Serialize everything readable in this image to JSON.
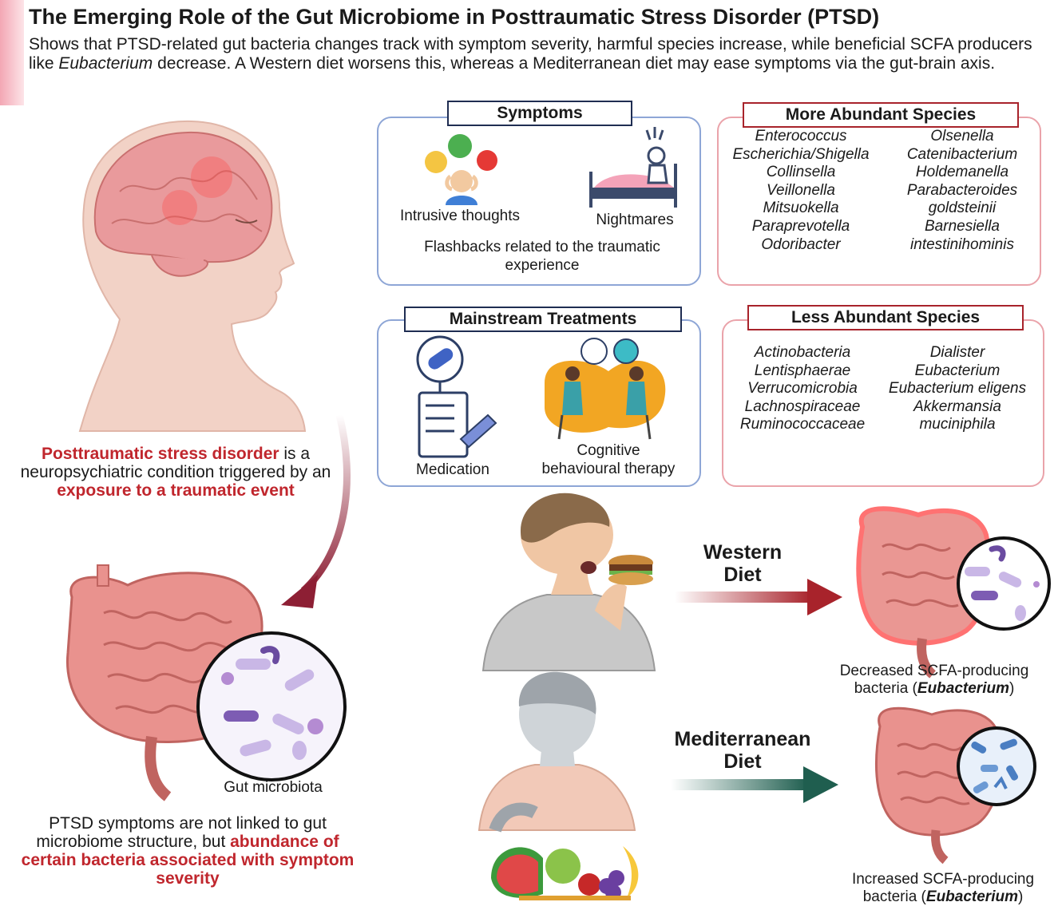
{
  "header": {
    "title": "The Emerging Role of the Gut Microbiome in Posttraumatic Stress Disorder (PTSD)",
    "subtitle_part1": "Shows that PTSD-related gut bacteria changes track with symptom severity, harmful species increase, while beneficial SCFA producers like ",
    "subtitle_italic": "Eubacterium",
    "subtitle_part2": " decrease. A Western diet worsens this, whereas a Mediterranean diet may ease symptoms via the gut-brain axis."
  },
  "symptoms": {
    "heading": "Symptoms",
    "intrusive": "Intrusive thoughts",
    "nightmares": "Nightmares",
    "flashbacks_line1": "Flashbacks related to the traumatic",
    "flashbacks_line2": "experience"
  },
  "treatments": {
    "heading": "Mainstream Treatments",
    "medication": "Medication",
    "cbt_line1": "Cognitive",
    "cbt_line2": "behavioural therapy"
  },
  "more_abundant": {
    "heading": "More Abundant Species",
    "left": [
      "Enterococcus",
      "Escherichia/Shigella",
      "Collinsella",
      "Veillonella",
      "Mitsuokella",
      "Paraprevotella",
      "Odoribacter"
    ],
    "right": [
      "Olsenella",
      "Catenibacterium",
      "Holdemanella",
      "Parabacteroides",
      "goldsteinii",
      "Barnesiella",
      "intestinihominis"
    ]
  },
  "less_abundant": {
    "heading": "Less Abundant Species",
    "left": [
      "Actinobacteria",
      "Lentisphaerae",
      "Verrucomicrobia",
      "Lachnospiraceae",
      "Ruminococcaceae"
    ],
    "right": [
      "Dialister",
      "Eubacterium",
      "Eubacterium eligens",
      "Akkermansia",
      "muciniphila"
    ]
  },
  "ptsd_description": {
    "part1": "Posttraumatic stress disorder",
    "part2": " is a neuropsychiatric condition triggered by an ",
    "part3": "exposure to a traumatic event"
  },
  "gut": {
    "label": "Gut microbiota"
  },
  "conclusion": {
    "part1": "PTSD symptoms are not linked to gut microbiome structure, but ",
    "part2": "abundance of certain bacteria associated with symptom severity"
  },
  "western": {
    "label_line1": "Western",
    "label_line2": "Diet",
    "caption_line1": "Decreased SCFA-producing",
    "caption_pre": "bacteria (",
    "caption_italic": "Eubacterium",
    "caption_post": ")"
  },
  "mediterranean": {
    "label_line1": "Mediterranean",
    "label_line2": "Diet",
    "caption_line1": "Increased SCFA-producing",
    "caption_pre": "bacteria (",
    "caption_italic": "Eubacterium",
    "caption_post": ")"
  },
  "colors": {
    "accent_red": "#c0262d",
    "western_arrow": "#a8232b",
    "mediterranean_arrow": "#1f5e4f",
    "navy": "#1f2d52"
  }
}
